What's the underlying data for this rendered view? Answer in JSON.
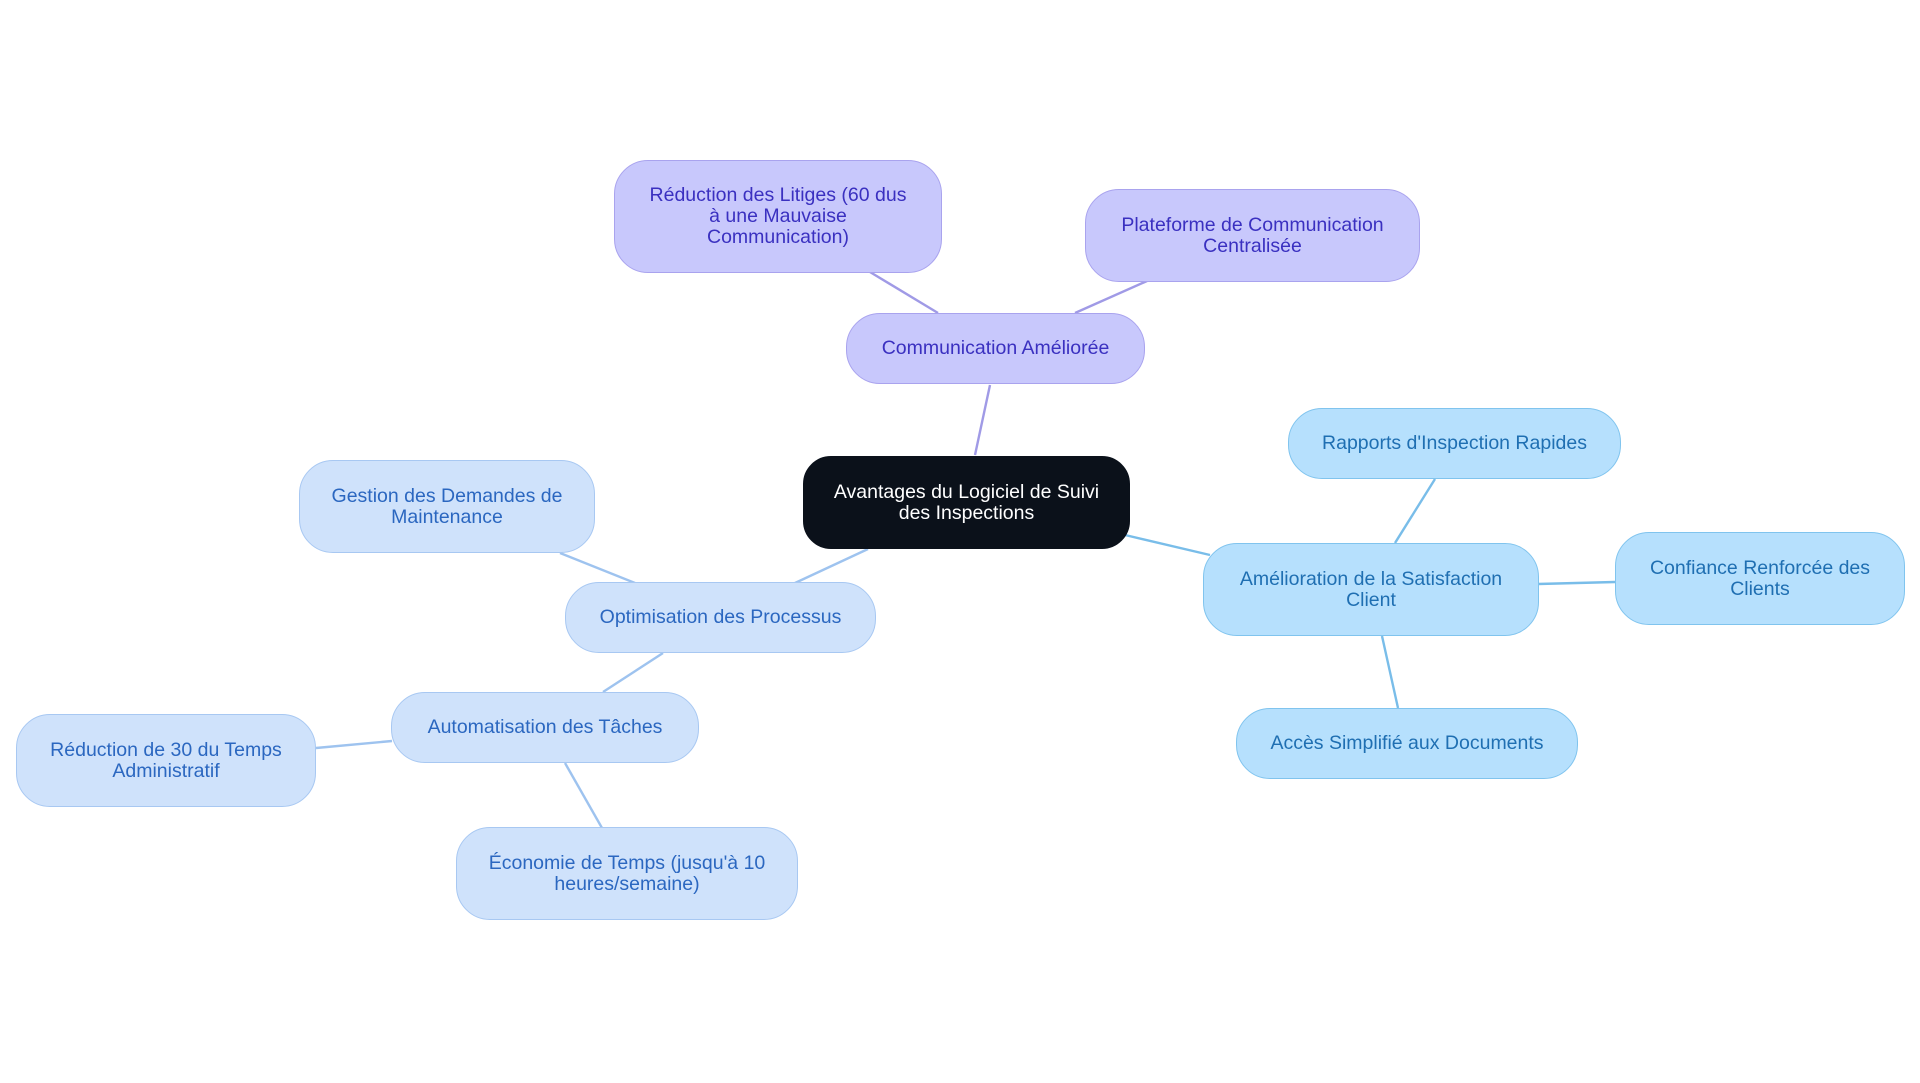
{
  "mindmap": {
    "root": "Avantages du Logiciel de Suivi\ndes Inspections",
    "branches": {
      "communication": {
        "label": "Communication Améliorée",
        "children": [
          "Réduction des Litiges (60 dus\nà une Mauvaise\nCommunication)",
          "Plateforme de Communication\nCentralisée"
        ]
      },
      "satisfaction": {
        "label": "Amélioration de la Satisfaction\nClient",
        "children": [
          "Rapports d'Inspection Rapides",
          "Confiance Renforcée des\nClients",
          "Accès Simplifié aux Documents"
        ]
      },
      "processus": {
        "label": "Optimisation des Processus",
        "children": [
          "Gestion des Demandes de\nMaintenance"
        ],
        "automatisation": {
          "label": "Automatisation des Tâches",
          "children": [
            "Réduction de 30 du Temps\nAdministratif",
            "Économie de Temps (jusqu'à 10\nheures/semaine)"
          ]
        }
      }
    },
    "colors": {
      "root_fill": "#0b111a",
      "purple_fill": "#c8c8fc",
      "pale_blue_fill": "#cfe2fb",
      "sky_blue_fill": "#b6e0fd"
    }
  }
}
